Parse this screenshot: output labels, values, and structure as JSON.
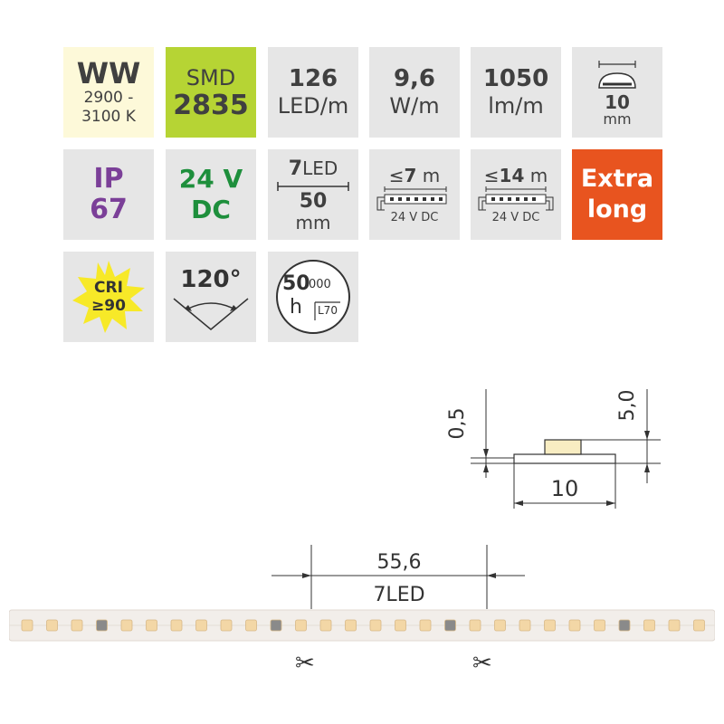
{
  "tiles": {
    "color_temp": {
      "code": "WW",
      "range_line1": "2900 -",
      "range_line2": "3100 K",
      "bg": "#fdf9d9"
    },
    "chip": {
      "line1": "SMD",
      "line2": "2835",
      "bg": "#b6d434"
    },
    "density": {
      "value": "126",
      "unit": "LED/m"
    },
    "power": {
      "value": "9,6",
      "unit": "W/m"
    },
    "flux": {
      "value": "1050",
      "unit": "lm/m"
    },
    "width": {
      "value": "10",
      "unit": "mm"
    },
    "ip": {
      "line1": "IP",
      "line2": "67",
      "color": "#7b3f98"
    },
    "voltage": {
      "line1": "24 V",
      "line2": "DC",
      "color": "#1e8f3c"
    },
    "segment": {
      "count": "7",
      "led_word": "LED",
      "length": "50",
      "unit": "mm"
    },
    "run_single": {
      "prefix": "≤",
      "length": "7",
      "unit": "m",
      "supply": "24 V DC"
    },
    "run_double": {
      "prefix": "≤",
      "length": "14",
      "unit": "m",
      "supply": "24 V DC"
    },
    "extra": {
      "line1": "Extra",
      "line2": "long",
      "bg": "#e8541f"
    },
    "cri": {
      "line1": "CRI",
      "line2": "≥90",
      "star": "#f7e928"
    },
    "angle": {
      "value": "120°"
    },
    "lifetime": {
      "hours": "50",
      "thousands": "000",
      "unit": "h",
      "rating": "L70"
    }
  },
  "profile": {
    "height_small": "0,5",
    "height_total": "5,0",
    "width": "10"
  },
  "strip": {
    "pitch": "55,6",
    "led_group": "7LED"
  },
  "icons": {
    "cut": "scissors-icon"
  }
}
